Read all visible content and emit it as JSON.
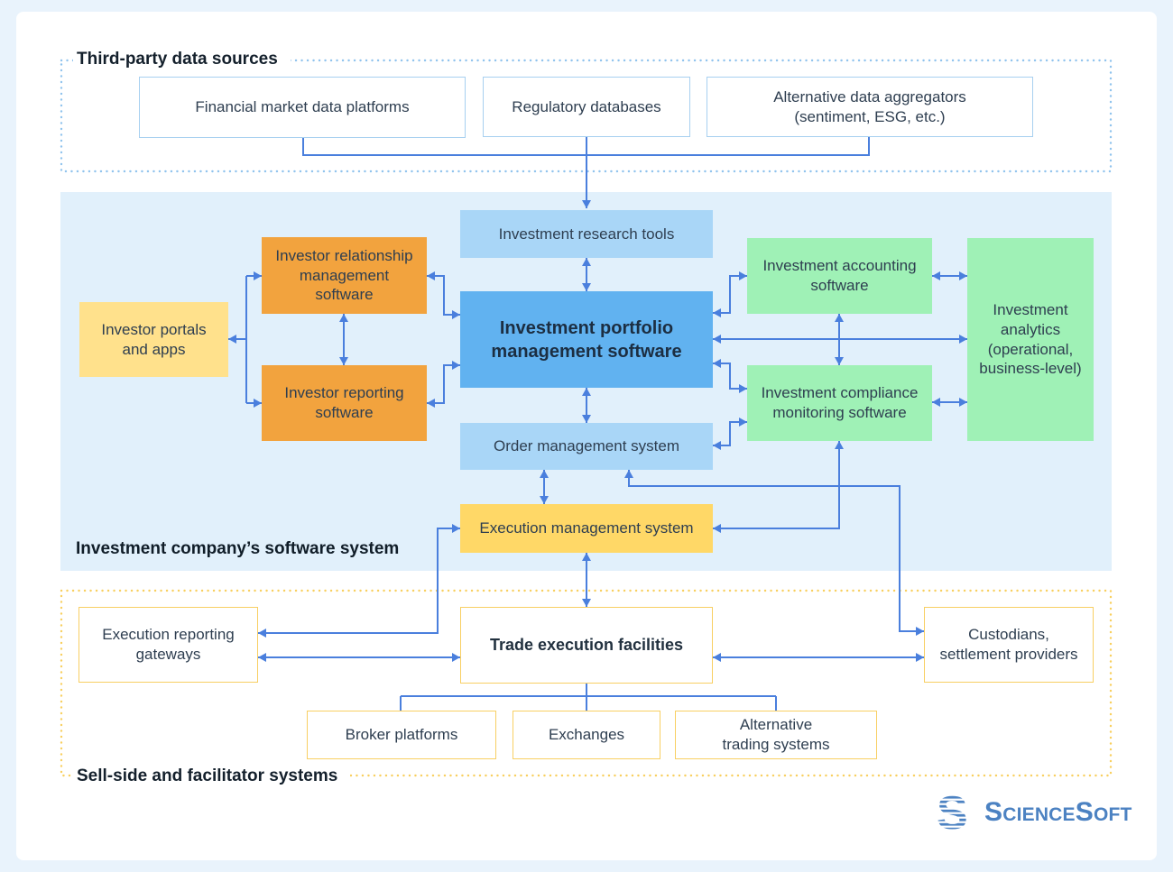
{
  "sections": {
    "third_party": {
      "title": "Third-party data sources"
    },
    "company": {
      "title": "Investment company’s software system"
    },
    "sell_side": {
      "title": "Sell-side and facilitator systems"
    }
  },
  "boxes": {
    "financial_market": {
      "label": "Financial market data platforms"
    },
    "regulatory": {
      "label": "Regulatory databases"
    },
    "alt_data": {
      "label": "Alternative data aggregators\n(sentiment, ESG, etc.)"
    },
    "research": {
      "label": "Investment research tools"
    },
    "portfolio": {
      "label": "Investment portfolio\nmanagement software"
    },
    "oms": {
      "label": "Order management system"
    },
    "ems": {
      "label": "Execution management system"
    },
    "portals": {
      "label": "Investor portals\nand apps"
    },
    "irm": {
      "label": "Investor relationship\nmanagement\nsoftware"
    },
    "reporting": {
      "label": "Investor reporting\nsoftware"
    },
    "accounting": {
      "label": "Investment accounting\nsoftware"
    },
    "compliance": {
      "label": "Investment compliance\nmonitoring software"
    },
    "analytics": {
      "label": "Investment\nanalytics\n(operational,\nbusiness-level)"
    },
    "erg": {
      "label": "Execution reporting\ngateways"
    },
    "tef": {
      "label": "Trade execution facilities"
    },
    "custodians": {
      "label": "Custodians,\nsettlement providers"
    },
    "brokers": {
      "label": "Broker platforms"
    },
    "exchanges": {
      "label": "Exchanges"
    },
    "ats": {
      "label": "Alternative\ntrading systems"
    }
  },
  "logo": {
    "text": "ScienceSoft"
  },
  "colors": {
    "arrow": "#4a7fdd",
    "blue_box": "#61b2f0",
    "light_blue_box": "#a9d6f7",
    "green_box": "#9ff1b6",
    "orange_box": "#f2a33e",
    "light_yellow_box": "#ffe18c",
    "ems_yellow_box": "#ffd867",
    "mid_section_bg": "#e1f0fb",
    "page_bg": "#e9f3fc",
    "dotted_blue": "#90c3ed",
    "dotted_yellow": "#f8cf5e",
    "logo_blue": "#4c82c2"
  }
}
